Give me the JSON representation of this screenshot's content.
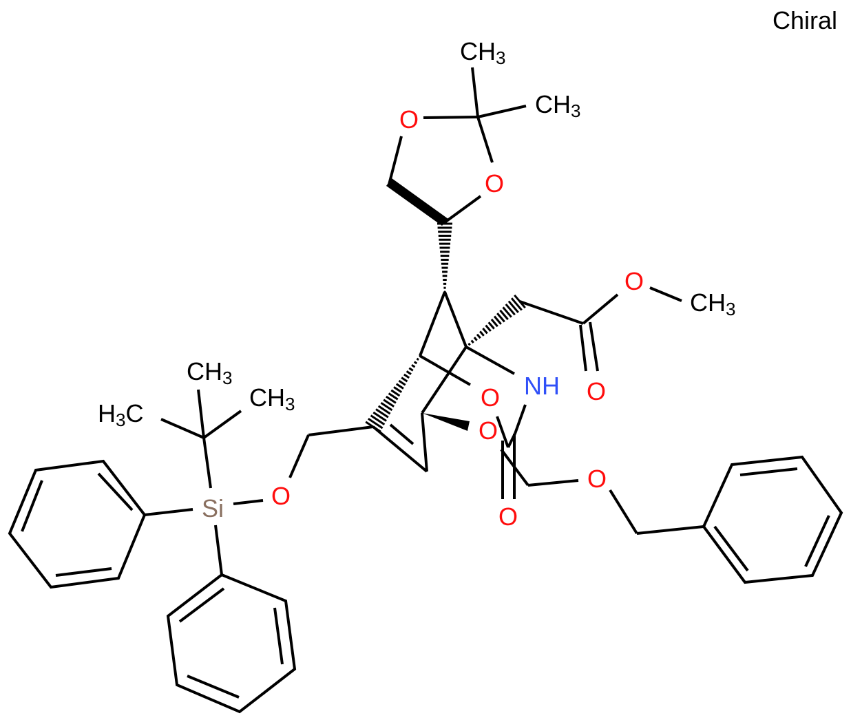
{
  "annotation": {
    "chiral_label": "Chiral"
  },
  "atoms": {
    "dioxolane_o1": "O",
    "dioxolane_o3": "O",
    "methyl_top": {
      "main": "CH",
      "sub": "3"
    },
    "methyl_right": {
      "main": "CH",
      "sub": "3"
    },
    "ester_o_single": "O",
    "ester_methyl": {
      "main": "CH",
      "sub": "3"
    },
    "ester_o_double": "O",
    "nh": "NH",
    "bridge_o_upper": "O",
    "bridge_o_lower": "O",
    "carbamate_o_double": "O",
    "benzyl_o": "O",
    "silyl_o": "O",
    "silicon": "Si",
    "tbu_methyl_top": {
      "main": "CH",
      "sub": "3"
    },
    "tbu_methyl_right": {
      "main": "CH",
      "sub": "3"
    },
    "tbu_methyl_left": {
      "pre": "H",
      "sub": "3",
      "post": "C"
    }
  },
  "colors": {
    "oxygen": "#ff0d0d",
    "nitrogen": "#3050f8",
    "silicon": "#8a7060",
    "carbon": "#000000"
  }
}
